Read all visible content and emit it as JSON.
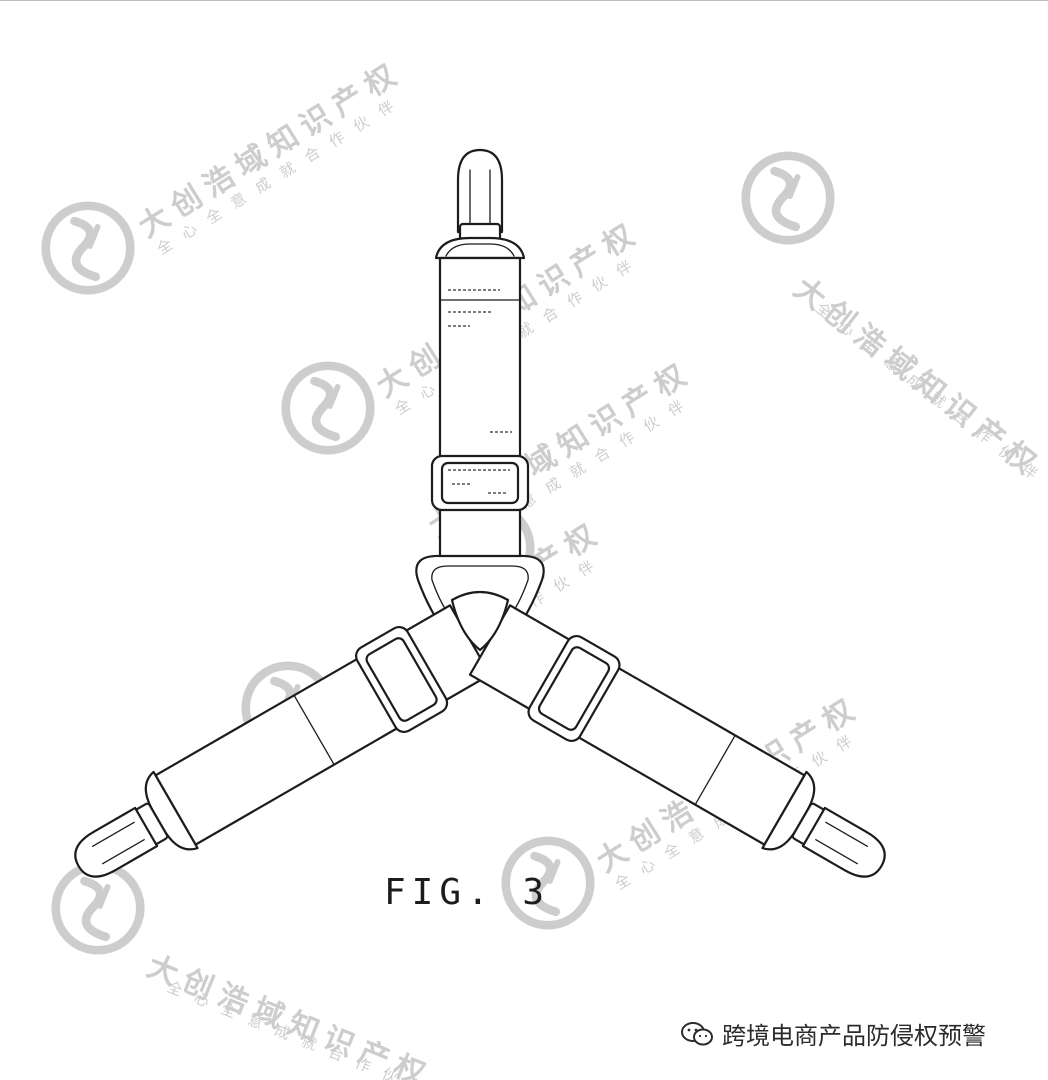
{
  "figure": {
    "label": "FIG. 3"
  },
  "watermark": {
    "company": "大创浩域知识产权",
    "slogan": "全心全意成就合作伙伴",
    "color": "#cdcdcd"
  },
  "footer": {
    "account_name": "跨境电商产品防侵权预警",
    "icon": "wechat-icon"
  }
}
